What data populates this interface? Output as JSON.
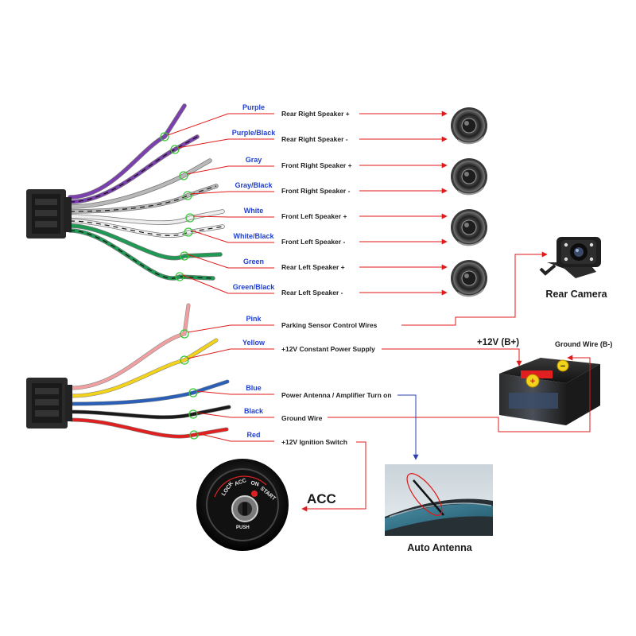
{
  "colors": {
    "lead_line": "#e01a1a",
    "wire_label": "#1f3fd0",
    "connector_ring": "#37c837",
    "antenna_arrow": "#2a3fb0"
  },
  "upper_harness": [
    {
      "wire": "Purple",
      "desc": "Rear Right Speaker +",
      "color": "#7b3fb0",
      "stripe": ""
    },
    {
      "wire": "Purple/Black",
      "desc": "Rear Right Speaker -",
      "color": "#7b3fb0",
      "stripe": "#111111"
    },
    {
      "wire": "Gray",
      "desc": "Front Right Speaker +",
      "color": "#b8b8b8",
      "stripe": ""
    },
    {
      "wire": "Gray/Black",
      "desc": "Front Right Speaker -",
      "color": "#b8b8b8",
      "stripe": "#111111"
    },
    {
      "wire": "White",
      "desc": "Front Left Speaker +",
      "color": "#eeeeee",
      "stripe": ""
    },
    {
      "wire": "White/Black",
      "desc": "Front Left Speaker -",
      "color": "#eeeeee",
      "stripe": "#111111"
    },
    {
      "wire": "Green",
      "desc": "Rear Left Speaker +",
      "color": "#1e9a55",
      "stripe": ""
    },
    {
      "wire": "Green/Black",
      "desc": "Rear Left Speaker -",
      "color": "#1e9a55",
      "stripe": "#111111"
    }
  ],
  "lower_harness": [
    {
      "wire": "Pink",
      "desc": "Parking Sensor Control Wires",
      "color": "#f0a0a0"
    },
    {
      "wire": "Yellow",
      "desc": "+12V Constant Power Supply",
      "color": "#f2d21a"
    },
    {
      "wire": "Blue",
      "desc": "Power Antenna / Amplifier Turn on",
      "color": "#2a5fb8"
    },
    {
      "wire": "Black",
      "desc": "Ground Wire",
      "color": "#1a1a1a"
    },
    {
      "wire": "Red",
      "desc": "+12V  Ignition Switch",
      "color": "#e02020"
    }
  ],
  "components": {
    "rear_camera": "Rear Camera",
    "battery_positive": "+12V  (B+)",
    "battery_ground": "Ground Wire (B-)",
    "acc": "ACC",
    "auto_antenna": "Auto Antenna",
    "ignition_text": [
      "LOCK",
      "ACC",
      "ON",
      "START"
    ],
    "ignition_push": "PUSH"
  }
}
